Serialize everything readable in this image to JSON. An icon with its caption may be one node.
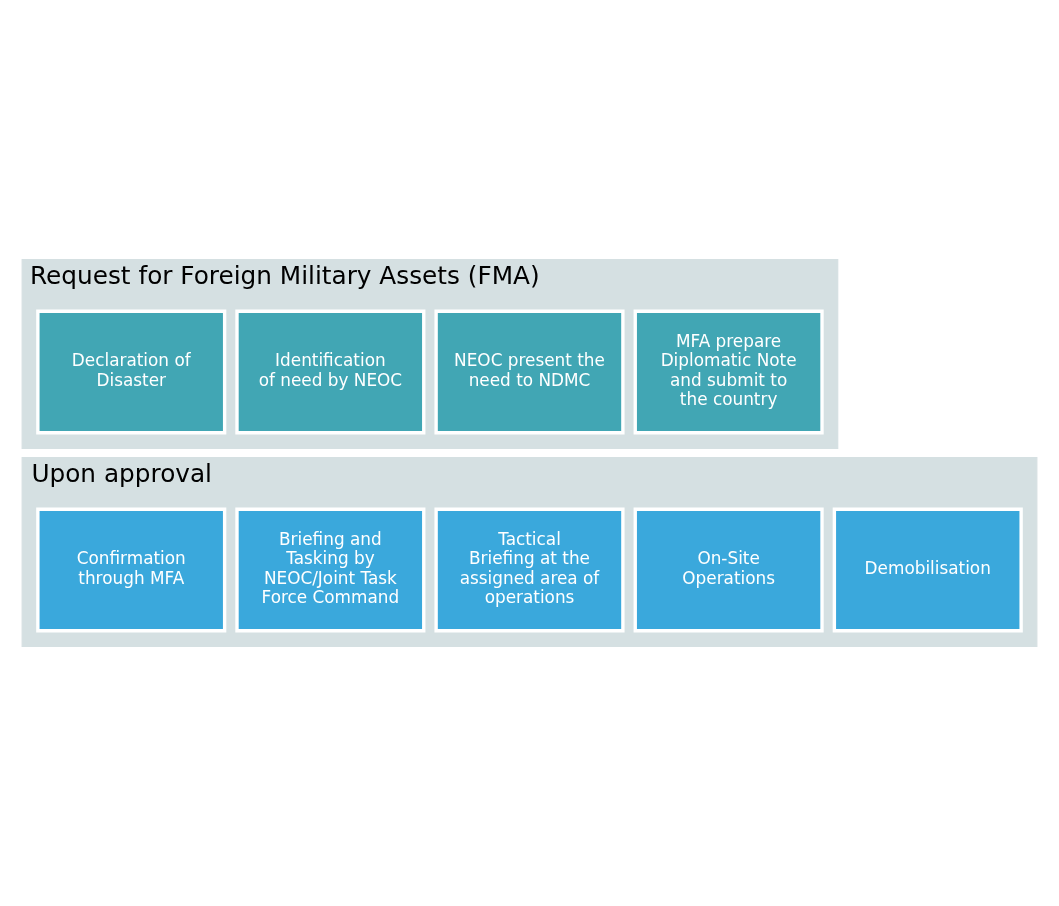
{
  "diagram": {
    "nodes": [
      {
        "text": [
          "Request for Foreign Military Assets (FMA)"
        ]
      },
      {
        "text": [
          "Declaration of Disaster"
        ],
        "in": 0
      },
      {
        "text": [
          "Identification of need by NEOC"
        ],
        "in": 0
      },
      {
        "text": [
          "NEOC present the need to NDMC"
        ],
        "in": 0
      },
      {
        "text": [
          "MFA prepare Diplomatic Note and submit to the country"
        ],
        "in": 0
      },
      {
        "text": [
          "Upon approval"
        ]
      },
      {
        "text": [
          "Confirmation through MFA"
        ],
        "in": 5
      },
      {
        "text": [
          "Briefing and Tasking by NEOC/Joint Task Force Command"
        ],
        "in": 5
      },
      {
        "text": [
          "Tactical Briefing at the assigned area of operations"
        ],
        "in": 5
      },
      {
        "text": [
          "On-Site Operations"
        ],
        "in": 5
      },
      {
        "text": [
          "Demobilisation"
        ],
        "in": 5
      }
    ]
  }
}
